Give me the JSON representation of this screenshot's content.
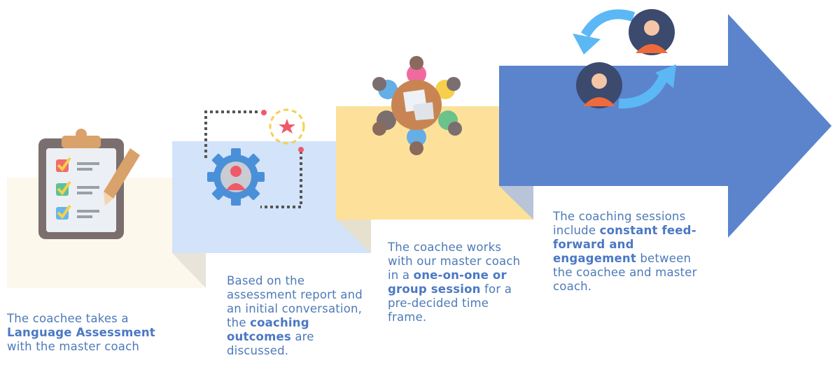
{
  "colors": {
    "step1_bg": "#fdf8ec",
    "step2_bg": "#d3e3fa",
    "step3_bg": "#fde19a",
    "step4_arrow": "#5b84cc",
    "text": "#4d7ab8",
    "fold": "#e6e0cf"
  },
  "steps": [
    {
      "icon": "clipboard-checklist-icon",
      "text_pre": "The coachee takes a",
      "text_bold": "Language Assessment",
      "text_post": "with the master coach"
    },
    {
      "icon": "gear-person-target-icon",
      "text_pre": "Based on the assessment report and an initial conversation, the",
      "text_bold": "coaching outcomes",
      "text_post": "are discussed."
    },
    {
      "icon": "round-table-meeting-icon",
      "text_pre": "The coachee works with our master coach in a",
      "text_bold": "one-on-one or group session",
      "text_post": "for a pre-decided time frame."
    },
    {
      "icon": "exchange-arrows-people-icon",
      "text_pre": "The coaching sessions include",
      "text_bold": "constant feed-forward and engagement",
      "text_post": "between the coachee and master coach."
    }
  ]
}
